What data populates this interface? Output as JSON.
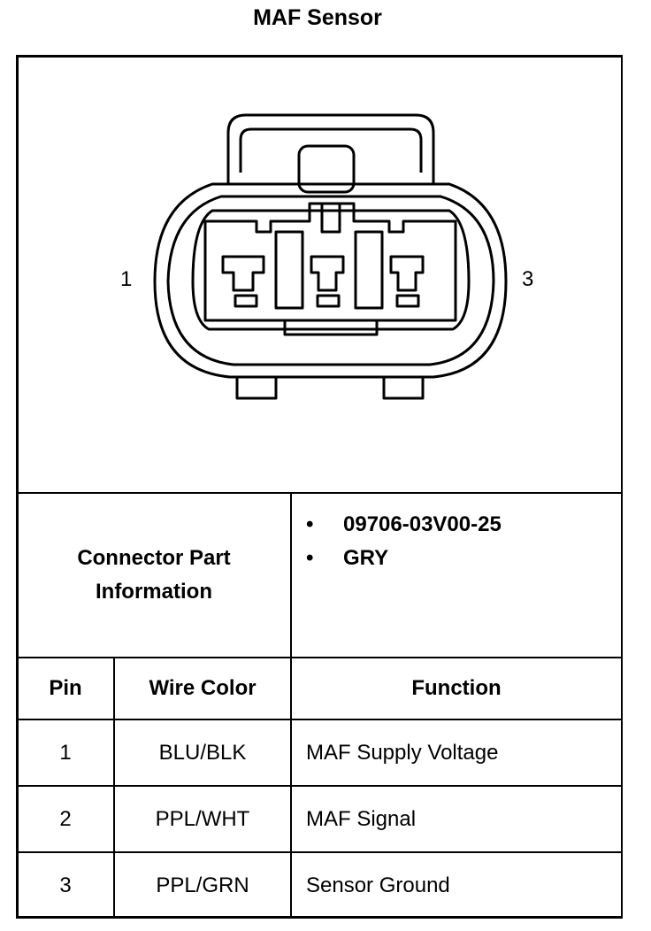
{
  "title": "MAF Sensor",
  "connector": {
    "pin_left_label": "1",
    "pin_right_label": "3"
  },
  "part_info": {
    "label_line1": "Connector Part",
    "label_line2": "Information",
    "items": [
      "09706-03V00-25",
      "GRY"
    ]
  },
  "pin_table": {
    "headers": {
      "pin": "Pin",
      "wire_color": "Wire Color",
      "function": "Function"
    },
    "rows": [
      {
        "pin": "1",
        "wire_color": "BLU/BLK",
        "function": "MAF Supply Voltage"
      },
      {
        "pin": "2",
        "wire_color": "PPL/WHT",
        "function": "MAF Signal"
      },
      {
        "pin": "3",
        "wire_color": "PPL/GRN",
        "function": "Sensor Ground"
      }
    ]
  }
}
